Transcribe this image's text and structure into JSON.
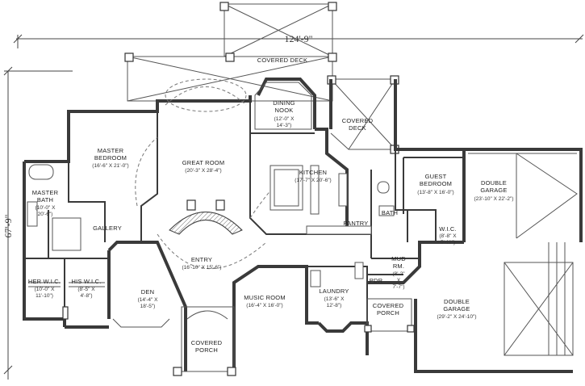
{
  "overall_dimensions": {
    "width": "124'-9\"",
    "depth": "67'-9\""
  },
  "rooms": {
    "covered_deck_top": {
      "name": "COVERED DECK"
    },
    "dining_nook": {
      "name_line1": "DINING",
      "name_line2": "NOOK",
      "size_line1": "(12'-0\" X",
      "size_line2": "14'-3\")"
    },
    "covered_deck_right": {
      "name_line1": "COVERED",
      "name_line2": "DECK"
    },
    "master_bedroom": {
      "name_line1": "MASTER",
      "name_line2": "BEDROOM",
      "size": "(16'-6\" X 21'-0\")"
    },
    "great_room": {
      "name": "GREAT ROOM",
      "size": "(20'-3\" X 28'-4\")"
    },
    "kitchen": {
      "name": "KITCHEN",
      "size": "(17'-7\" X 20'-6\")"
    },
    "guest_bedroom": {
      "name_line1": "GUEST",
      "name_line2": "BEDROOM",
      "size": "(13'-8\" X 16'-0\")"
    },
    "double_garage_top": {
      "name_line1": "DOUBLE",
      "name_line2": "GARAGE",
      "size": "(23'-10\" X 22'-2\")"
    },
    "master_bath": {
      "name_line1": "MASTER",
      "name_line2": "BATH",
      "size_line1": "(10'-0\" X",
      "size_line2": "20'-6\")"
    },
    "gallery": {
      "name": "GALLERY"
    },
    "pantry": {
      "name": "PANTRY"
    },
    "bath": {
      "name": "BATH"
    },
    "wic_guest": {
      "name": "W.I.C.",
      "size_line1": "(8'-8\" X",
      "size_line2": "5'-11\")"
    },
    "entry": {
      "name": "ENTRY",
      "size": "(16'-10\" X 15'-6\")"
    },
    "her_wic": {
      "name": "HER W.I.C.",
      "size_line1": "(10'-0\" X",
      "size_line2": "11'-10\")"
    },
    "his_wic": {
      "name": "HIS W.I.C.",
      "size_line1": "(8'-5\" X",
      "size_line2": "4'-8\")"
    },
    "den": {
      "name": "DEN",
      "size_line1": "(14'-4\" X",
      "size_line2": "18'-5\")"
    },
    "music_room": {
      "name": "MUSIC ROOM",
      "size": "(16'-4\" X 16'-0\")"
    },
    "laundry": {
      "name": "LAUNDRY",
      "size_line1": "(13'-6\" X",
      "size_line2": "12'-8\")"
    },
    "mud_rm": {
      "name_line1": "MUD",
      "name_line2": "RM.",
      "size_line1": "(8'-2\"",
      "size_line2": "X",
      "size_line3": "7'-7\")"
    },
    "pdr": {
      "name": "PDR"
    },
    "covered_porch_right": {
      "name_line1": "COVERED",
      "name_line2": "PORCH"
    },
    "covered_porch_front": {
      "name_line1": "COVERED",
      "name_line2": "PORCH"
    },
    "double_garage_bottom": {
      "name_line1": "DOUBLE",
      "name_line2": "GARAGE",
      "size": "(29'-2\" X 24'-10\")"
    }
  }
}
